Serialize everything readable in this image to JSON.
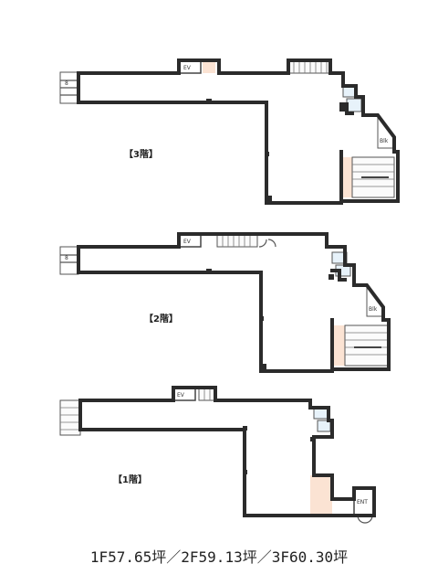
{
  "floors": [
    {
      "id": "3f",
      "label": "【3階】",
      "ev": "EV",
      "balcony": "Blk",
      "rest_mark": "8"
    },
    {
      "id": "2f",
      "label": "【2階】",
      "ev": "EV",
      "balcony": "Blk",
      "rest_mark": "8"
    },
    {
      "id": "1f",
      "label": "【1階】",
      "ev": "EV",
      "entrance": "ENT"
    }
  ],
  "area_summary": "1F57.65坪／2F59.13坪／3F60.30坪"
}
